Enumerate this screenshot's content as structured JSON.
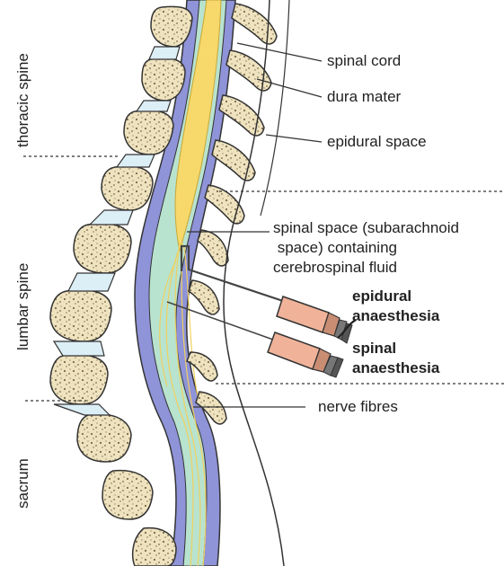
{
  "regions": {
    "thoracic": "thoracic spine",
    "lumbar": "lumbar spine",
    "sacrum": "sacrum"
  },
  "labels": {
    "spinal_cord": "spinal cord",
    "dura_mater": "dura mater",
    "epidural_space": "epidural space",
    "subarachnoid_line1": "spinal space (subarachnoid",
    "subarachnoid_line2": " space) containing",
    "subarachnoid_line3": "cerebrospinal fluid",
    "nerve_fibres": "nerve fibres",
    "epidural_anaesthesia_1": "epidural",
    "epidural_anaesthesia_2": "anaesthesia",
    "spinal_anaesthesia_1": "spinal",
    "spinal_anaesthesia_2": "anaesthesia"
  },
  "colors": {
    "bone": "#efe3bf",
    "bone_speckle": "#7a6a4a",
    "disc": "#dceef6",
    "dura": "#8f93d8",
    "csf": "#b8e3cf",
    "cord": "#f6d86b",
    "syringe": "#f0b39a",
    "needle": "#444444"
  }
}
